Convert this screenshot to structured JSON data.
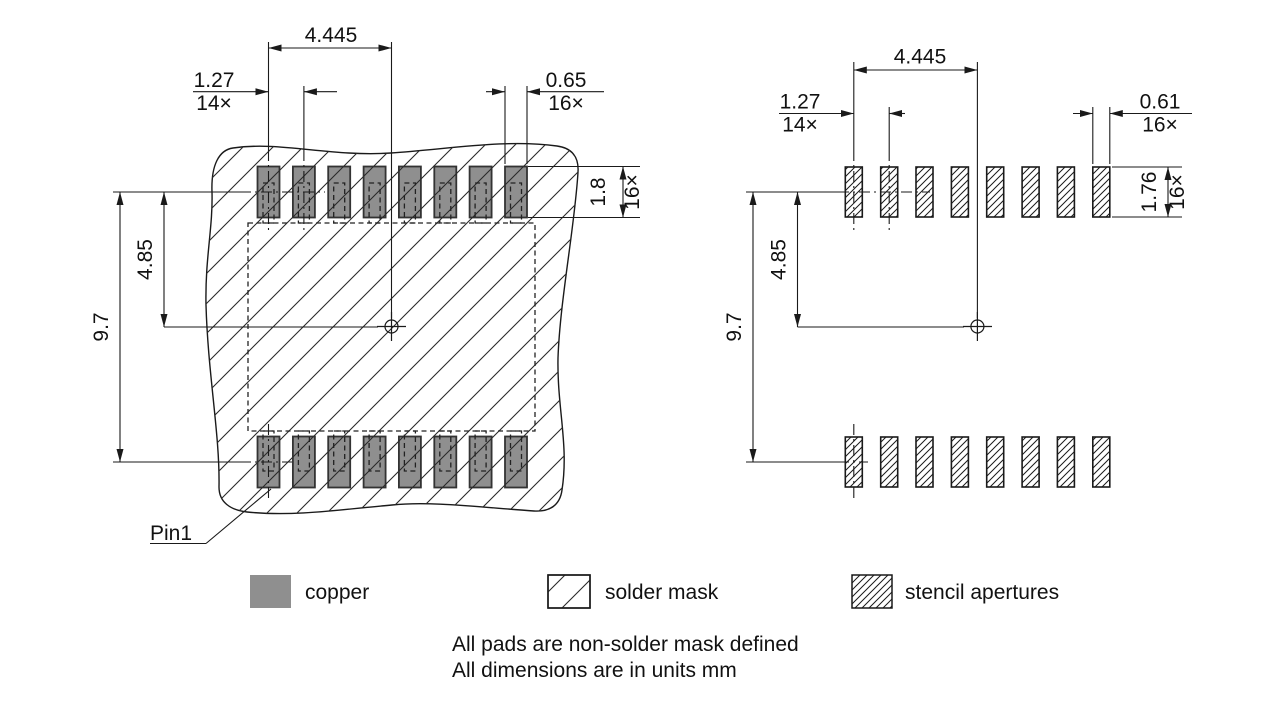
{
  "drawing_data": {
    "type": "pcb-land-pattern",
    "units": "mm",
    "rows": 2,
    "pads_per_row": 8,
    "total_pads": 16,
    "copper_view": {
      "pitch": 1.27,
      "pitch_count": 14,
      "pad_width": 0.65,
      "pad_width_count": 16,
      "pad_height": 1.8,
      "pad_height_count": 16,
      "center_to_pad1_column": 4.445,
      "center_to_row": 4.85,
      "row_to_row": 9.7
    },
    "stencil_view": {
      "pitch": 1.27,
      "pitch_count": 14,
      "aperture_width": 0.61,
      "aperture_width_count": 16,
      "aperture_height": 1.76,
      "aperture_height_count": 16,
      "center_to_pad1_column": 4.445,
      "center_to_row": 4.85,
      "row_to_row": 9.7
    }
  },
  "views": {
    "left": {
      "dims": {
        "span": "4.445",
        "pitch": "1.27",
        "pitch_count": "14×",
        "pad_w": "0.65",
        "pad_w_count": "16×",
        "pad_h": "1.8",
        "pad_h_count": "16×",
        "row_offset": "4.85",
        "overall": "9.7",
        "pin1": "Pin1"
      }
    },
    "right": {
      "dims": {
        "span": "4.445",
        "pitch": "1.27",
        "pitch_count": "14×",
        "ap_w": "0.61",
        "ap_w_count": "16×",
        "ap_h": "1.76",
        "ap_h_count": "16×",
        "row_offset": "4.85",
        "overall": "9.7"
      }
    }
  },
  "legend": {
    "copper": "copper",
    "solder_mask": "solder mask",
    "stencil": "stencil apertures"
  },
  "notes": {
    "line1": "All pads are non-solder mask defined",
    "line2": "All dimensions are in units mm"
  },
  "colors": {
    "copper_fill": "#8f8f8f",
    "line": "#1a1a1a",
    "background": "#ffffff"
  }
}
